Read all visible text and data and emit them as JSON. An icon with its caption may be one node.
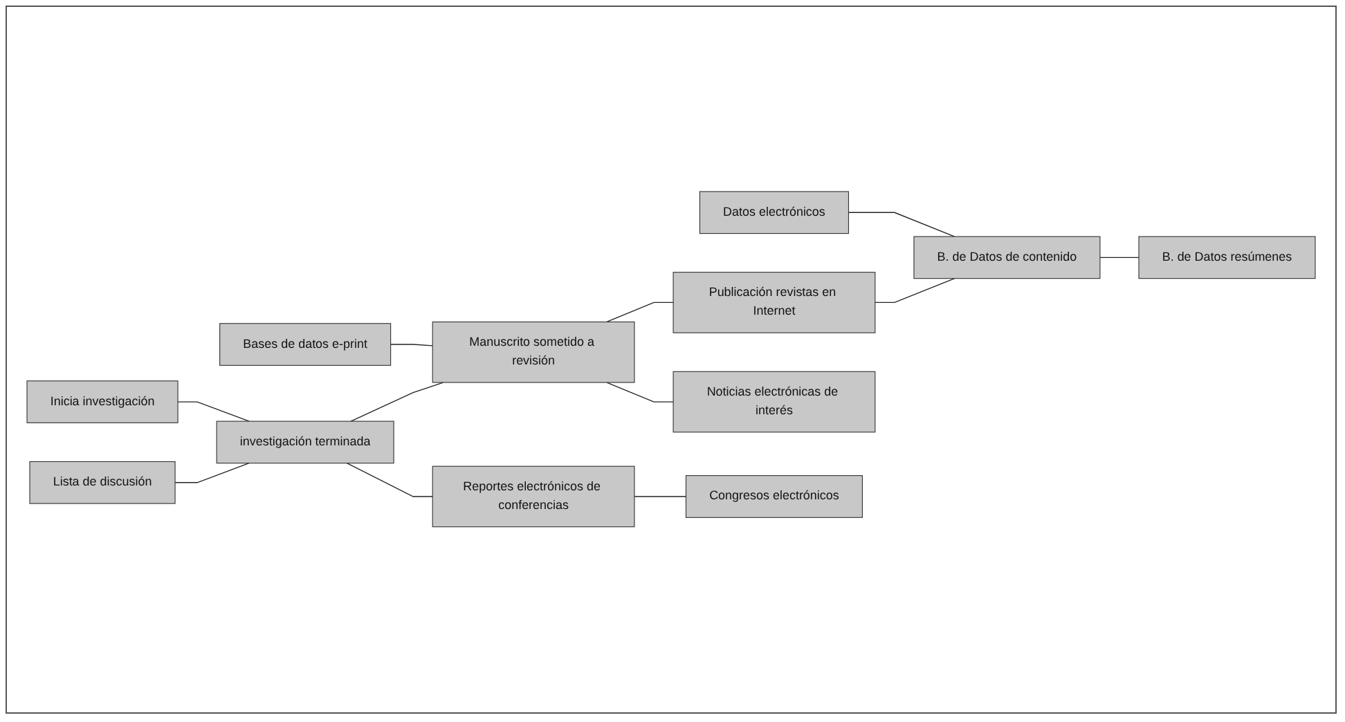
{
  "diagram": {
    "nodes": [
      {
        "text": [
          "Lista de discusión"
        ]
      },
      {
        "text": [
          "Bases de datos e-print"
        ]
      },
      {
        "text": [
          "Datos electrónicos"
        ]
      },
      {
        "text": [
          "Inicia investigación"
        ]
      },
      {
        "text": [
          "investigación terminada"
        ]
      },
      {
        "text": [
          "Manuscrito sometido a revisión"
        ]
      },
      {
        "text": [
          "Publicación revistas en Internet"
        ]
      },
      {
        "text": [
          "B. de Datos de contenido"
        ]
      },
      {
        "text": [
          "B. de Datos resúmenes"
        ]
      },
      {
        "text": [
          "Noticias electrónicas de interés"
        ]
      },
      {
        "text": [
          "Reportes electrónicos de conferencias"
        ]
      },
      {
        "text": [
          "Congresos electrónicos"
        ]
      }
    ],
    "edges": [
      {
        "from": 3,
        "to": 4,
        "arrow": "none"
      },
      {
        "from": 0,
        "to": 4,
        "arrow": "none"
      },
      {
        "from": 4,
        "to": 5,
        "arrow": "none"
      },
      {
        "from": 4,
        "to": 10,
        "arrow": "none"
      },
      {
        "from": 1,
        "to": 5,
        "arrow": "none"
      },
      {
        "from": 5,
        "to": 6,
        "arrow": "none"
      },
      {
        "from": 5,
        "to": 9,
        "arrow": "none"
      },
      {
        "from": 6,
        "to": 7,
        "arrow": "none"
      },
      {
        "from": 2,
        "to": 7,
        "arrow": "none"
      },
      {
        "from": 7,
        "to": 8,
        "arrow": "none"
      },
      {
        "from": 10,
        "to": 11,
        "arrow": "none"
      }
    ]
  }
}
